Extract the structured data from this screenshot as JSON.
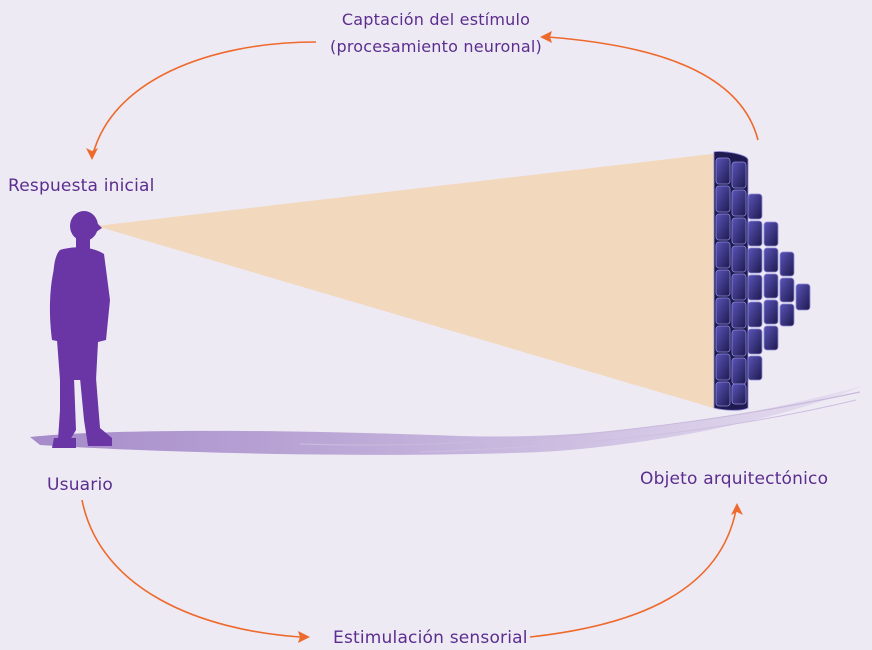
{
  "colors": {
    "background": "#eeeaf4",
    "text": "#5b2d8e",
    "arrow": "#ee6a2c",
    "person": "#6a35a5",
    "cone": "#f2d8bd",
    "shadow": "#b49ad2",
    "panel_dark": "#1e1a4e",
    "panel_light": "#5a54b8"
  },
  "labels": {
    "stimulus_capture_line1": "Captación del estímulo",
    "stimulus_capture_line2": "(procesamiento neuronal)",
    "initial_response": "Respuesta inicial",
    "user": "Usuario",
    "architectural_object": "Objeto arquitectónico",
    "sensory_stimulation": "Estimulación sensorial"
  },
  "icons": {
    "person": "person-silhouette-icon",
    "wall": "panel-wall-icon",
    "arrowhead": "arrowhead-icon"
  }
}
